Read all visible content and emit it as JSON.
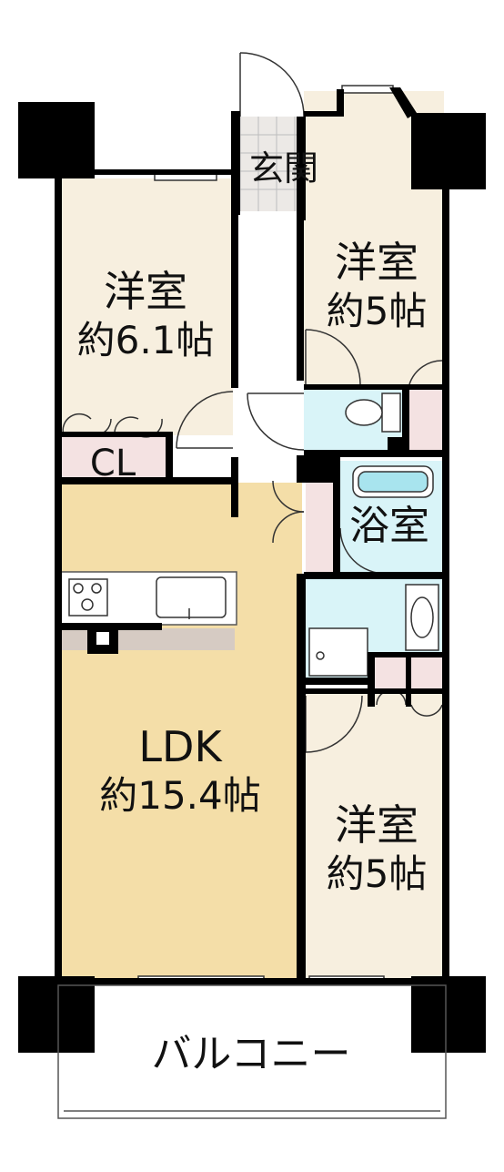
{
  "rooms": {
    "entrance": {
      "label": "玄関"
    },
    "western_nw": {
      "label": "洋室",
      "size": "約6.1帖"
    },
    "western_ne": {
      "label": "洋室",
      "size": "約5帖"
    },
    "closet": {
      "label": "CL"
    },
    "bath": {
      "label": "浴室"
    },
    "ldk": {
      "label": "LDK",
      "size": "約15.4帖"
    },
    "western_se": {
      "label": "洋室",
      "size": "約5帖"
    },
    "balcony": {
      "label": "バルコニー"
    }
  },
  "colors": {
    "room_floor": "#f7efdf",
    "ldk_floor": "#f4dea8",
    "wet_area": "#d9f4f8",
    "storage": "#f4e2e2",
    "entrance_tile": "#c7bcb3",
    "counter": "#d6cbc3",
    "wall": "#000000"
  }
}
